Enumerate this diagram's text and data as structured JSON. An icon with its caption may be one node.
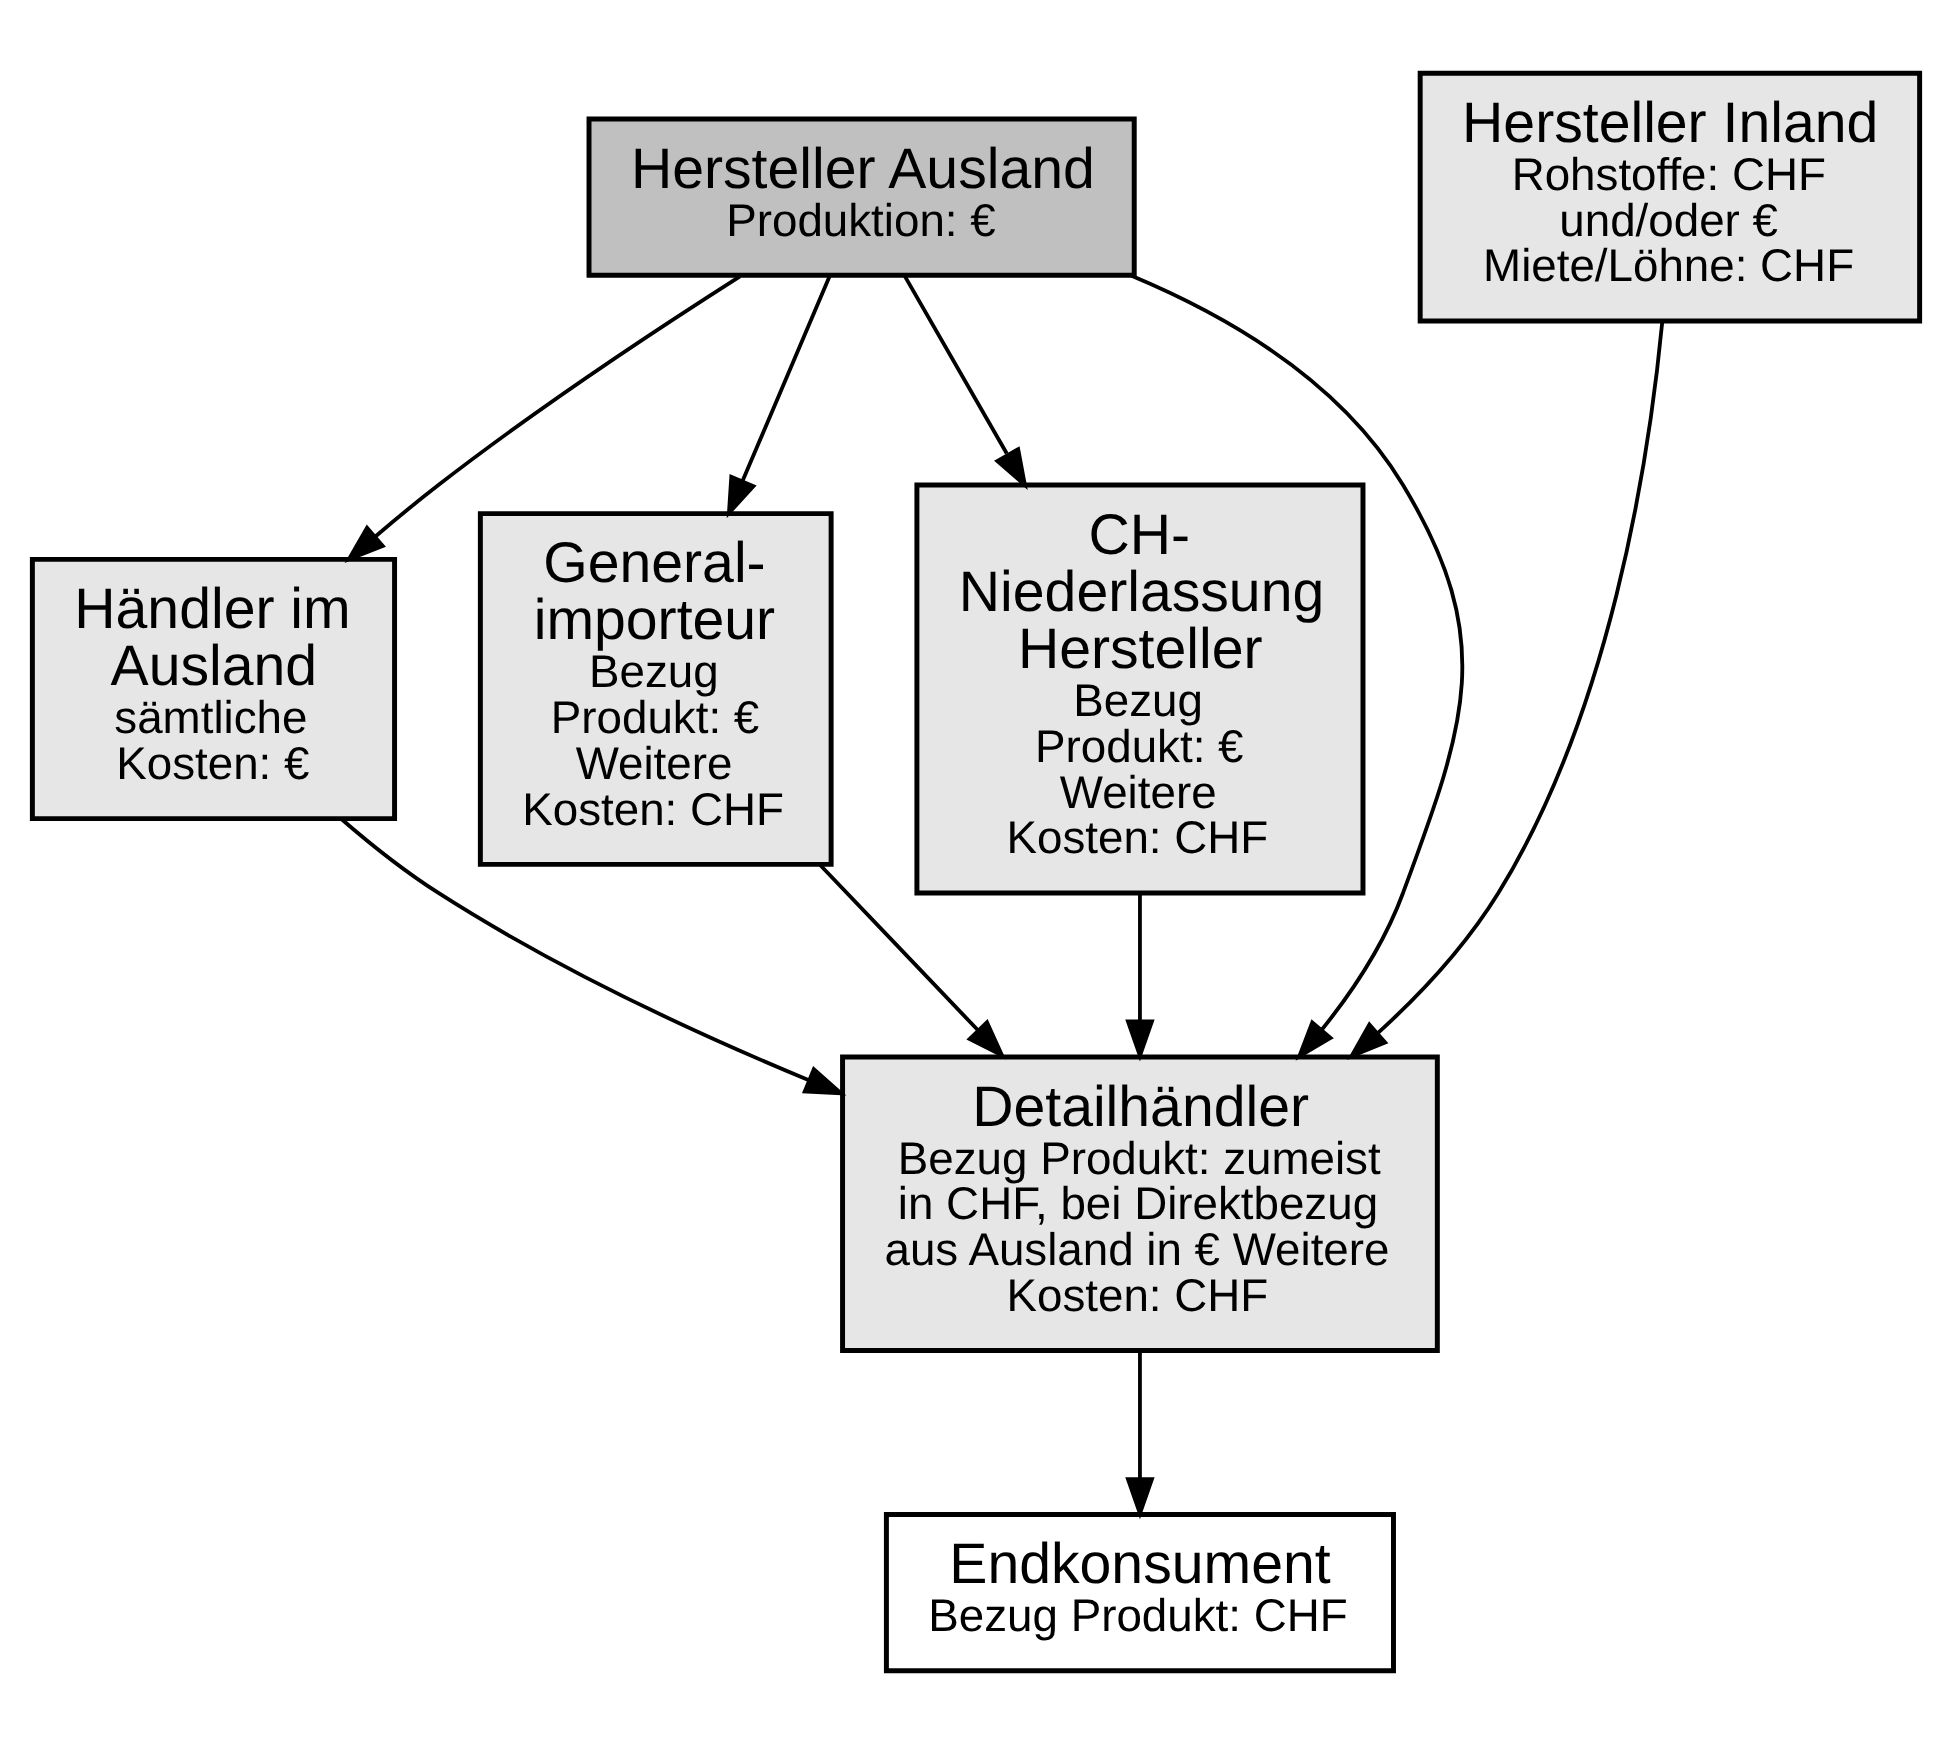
{
  "diagram": {
    "nodes": [
      {
        "text": [
          "Hersteller Ausland",
          "Produktion: €"
        ]
      },
      {
        "text": [
          "Hersteller Inland",
          "Rohstoffe: CHF und/oder € Miete/Löhne: CHF"
        ]
      },
      {
        "text": [
          "Händler im Ausland",
          "sämtliche Kosten: €"
        ]
      },
      {
        "text": [
          "General- importeur",
          "Bezug Produkt: € Weitere Kosten: CHF"
        ]
      },
      {
        "text": [
          "CH- Niederlassung Hersteller",
          "Bezug Produkt: € Weitere Kosten: CHF"
        ]
      },
      {
        "text": [
          "Detailhändler",
          "Bezug Produkt: zumeist in CHF, bei Direktbezug aus Ausland in € Weitere Kosten: CHF"
        ]
      },
      {
        "text": [
          "Endkonsument",
          "Bezug Produkt: CHF"
        ]
      }
    ],
    "edges": [
      {
        "from": 0,
        "to": 2,
        "arrow": "to"
      },
      {
        "from": 0,
        "to": 3,
        "arrow": "to"
      },
      {
        "from": 0,
        "to": 4,
        "arrow": "to"
      },
      {
        "from": 0,
        "to": 5,
        "arrow": "to"
      },
      {
        "from": 1,
        "to": 5,
        "arrow": "to"
      },
      {
        "from": 2,
        "to": 5,
        "arrow": "to"
      },
      {
        "from": 3,
        "to": 5,
        "arrow": "to"
      },
      {
        "from": 4,
        "to": 5,
        "arrow": "to"
      },
      {
        "from": 5,
        "to": 6,
        "arrow": "to"
      }
    ]
  }
}
